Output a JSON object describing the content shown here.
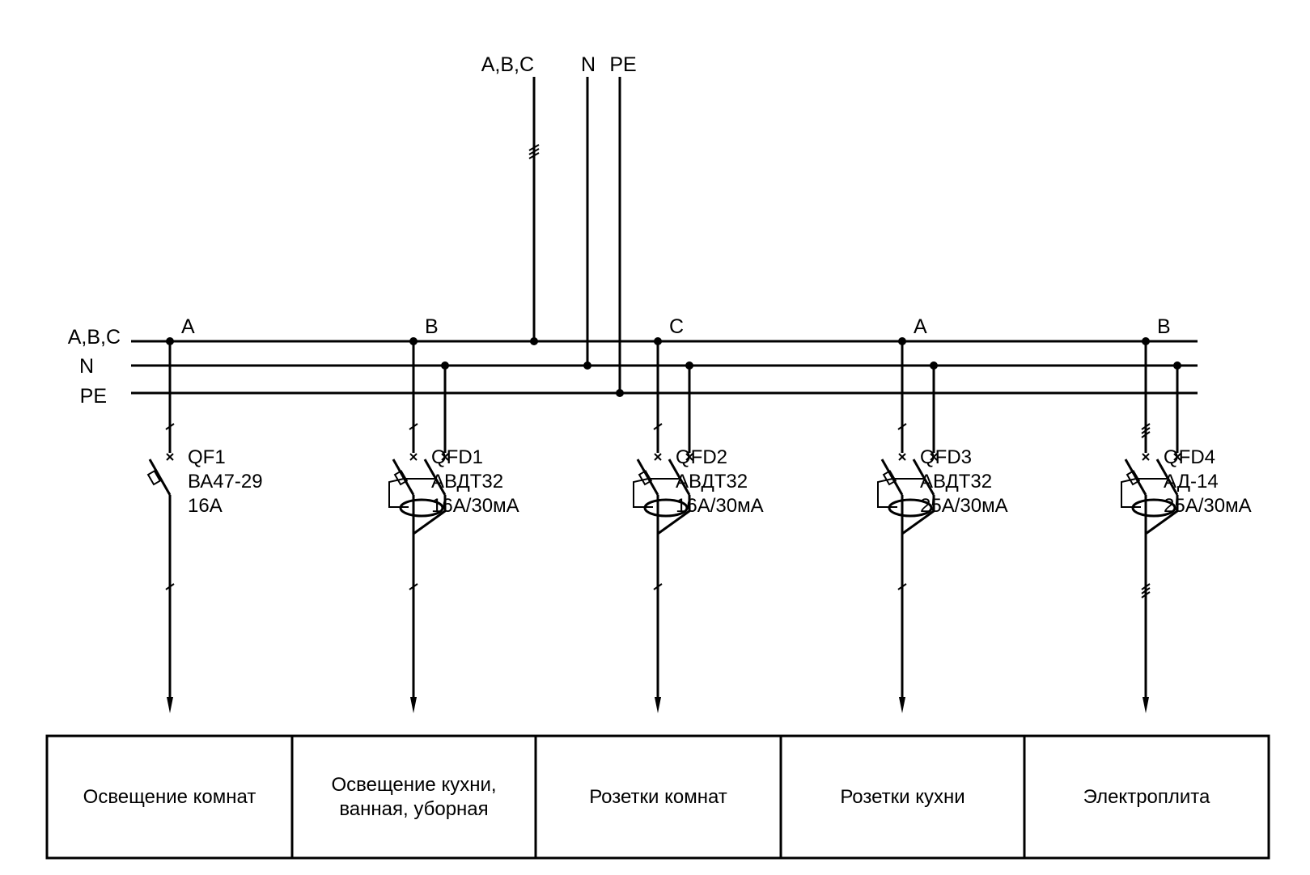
{
  "feed": {
    "phases_label": "A,B,C",
    "n_label": "N",
    "pe_label": "PE"
  },
  "buses": {
    "phases_label": "A,B,C",
    "n_label": "N",
    "pe_label": "PE"
  },
  "branches": [
    {
      "phase": "A",
      "designation": "QF1",
      "model": "ВА47-29",
      "rating": "16А",
      "rcd": false,
      "load": "Освещение комнат"
    },
    {
      "phase": "B",
      "designation": "QFD1",
      "model": "АВДТ32",
      "rating": "16А/30мА",
      "rcd": true,
      "load": "Освещение кухни,\nванная, уборная"
    },
    {
      "phase": "C",
      "designation": "QFD2",
      "model": "АВДТ32",
      "rating": "16А/30мА",
      "rcd": true,
      "load": "Розетки комнат"
    },
    {
      "phase": "A",
      "designation": "QFD3",
      "model": "АВДТ32",
      "rating": "25А/30мА",
      "rcd": true,
      "load": "Розетки кухни"
    },
    {
      "phase": "B",
      "designation": "QFD4",
      "model": "АД-14",
      "rating": "25А/30мА",
      "rcd": true,
      "load": "Электроплита"
    }
  ]
}
